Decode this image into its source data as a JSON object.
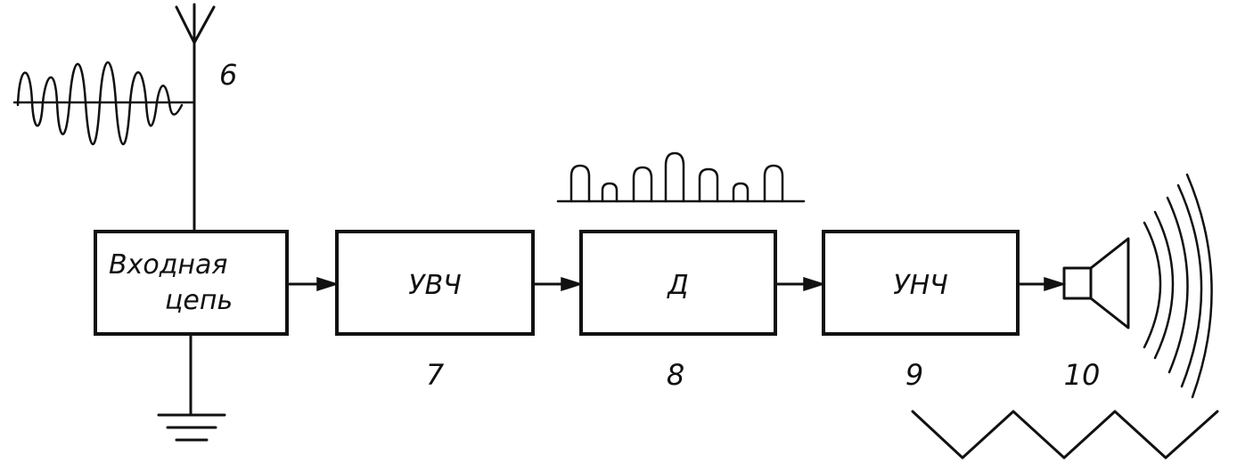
{
  "blocks": {
    "input_circuit": {
      "line1": "Входная",
      "line2": "цепь"
    },
    "rf_amplifier": {
      "label": "УВЧ",
      "number": "7"
    },
    "detector": {
      "label": "Д",
      "number": "8"
    },
    "af_amplifier": {
      "label": "УНЧ",
      "number": "9"
    },
    "speaker": {
      "number": "10"
    }
  },
  "antenna": {
    "number": "6"
  },
  "icons": {
    "antenna": "antenna-icon",
    "ground": "ground-icon",
    "speaker": "speaker-icon",
    "sound_waves": "sound-waves-icon"
  },
  "colors": {
    "ink": "#111111",
    "background": "#ffffff"
  }
}
